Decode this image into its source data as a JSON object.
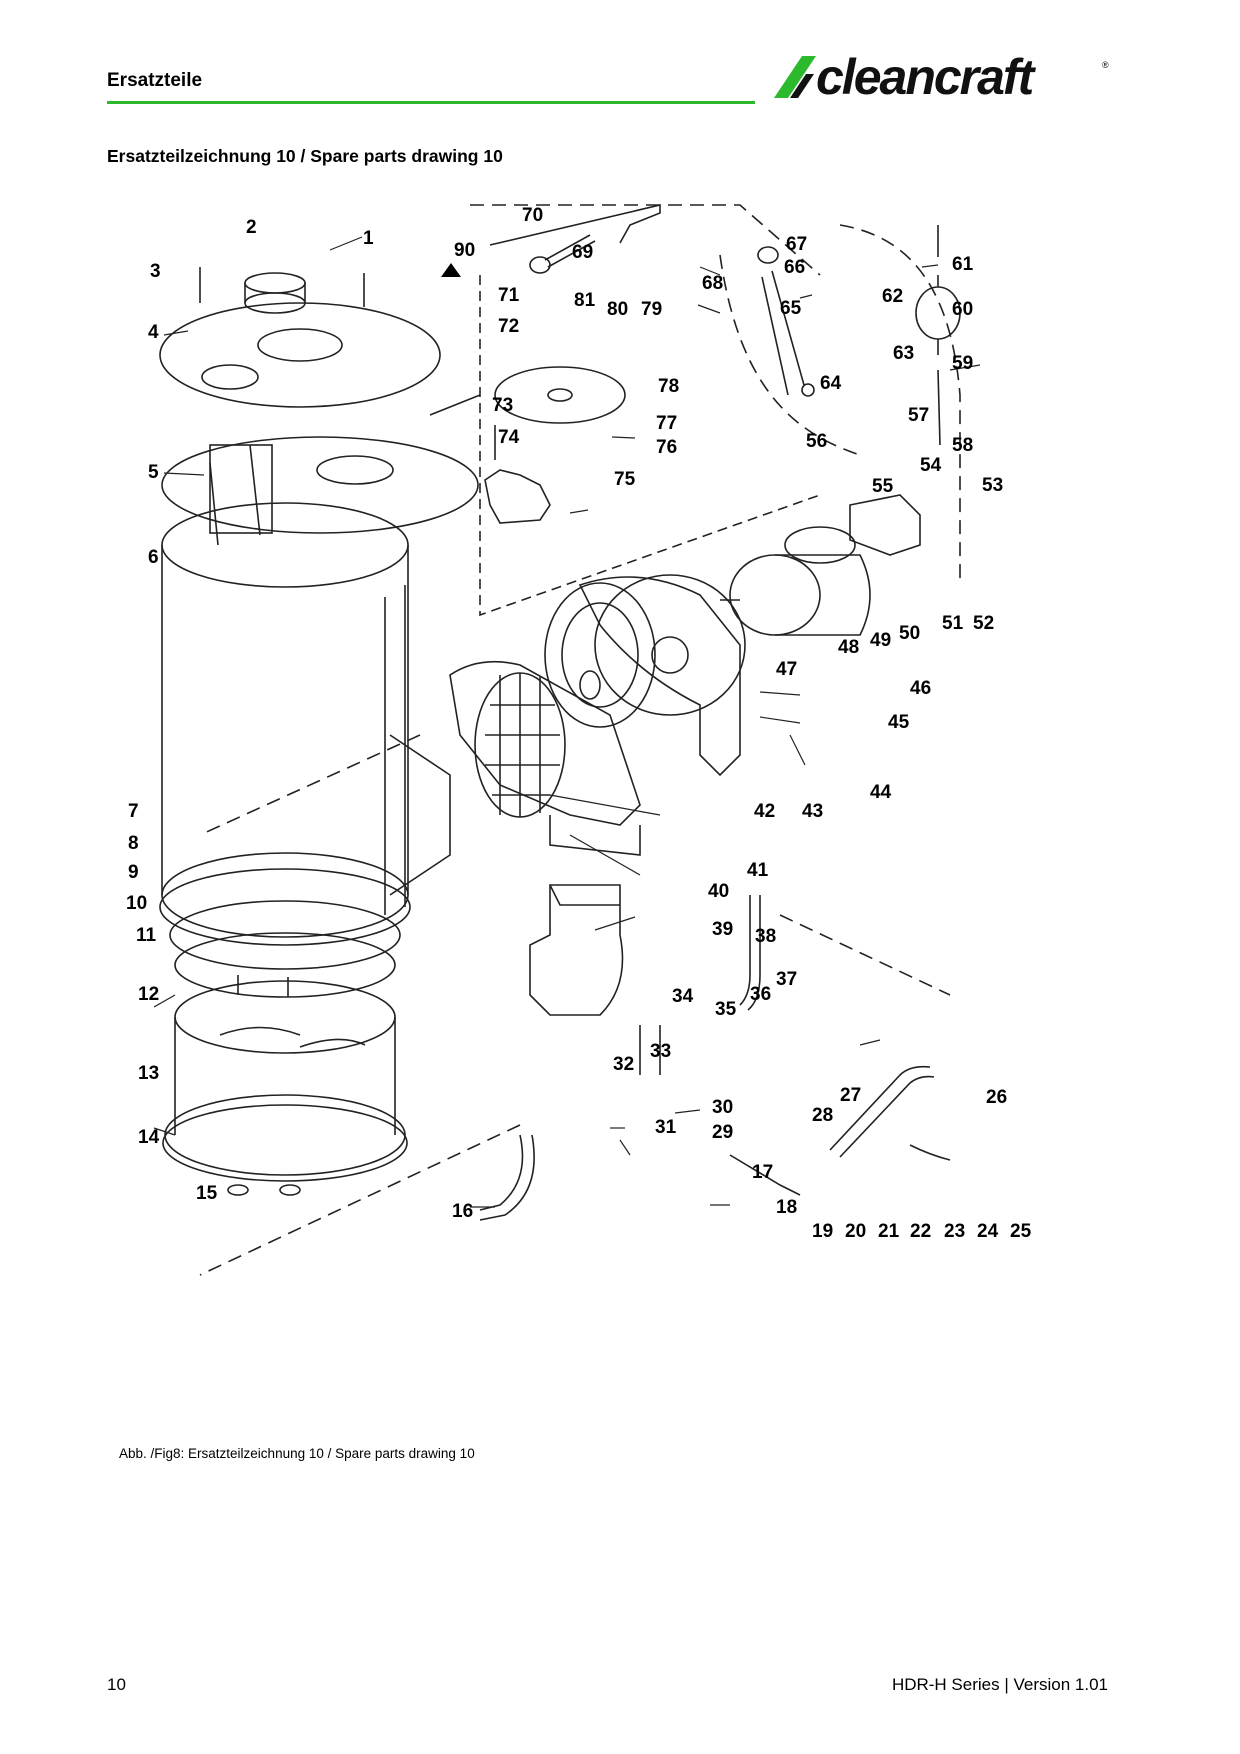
{
  "header": {
    "title": "Ersatzteile",
    "logo_text": "cleancraft",
    "logo_mark": "®",
    "accent_color": "#2db92d"
  },
  "section_title": "Ersatzteilzeichnung 10 / Spare parts drawing 10",
  "drawing": {
    "part_numbers": [
      "1",
      "2",
      "3",
      "4",
      "5",
      "6",
      "7",
      "8",
      "9",
      "10",
      "11",
      "12",
      "13",
      "14",
      "15",
      "16",
      "17",
      "18",
      "19",
      "20",
      "21",
      "22",
      "23",
      "24",
      "25",
      "26",
      "27",
      "28",
      "29",
      "30",
      "31",
      "32",
      "33",
      "34",
      "35",
      "36",
      "37",
      "38",
      "39",
      "40",
      "41",
      "42",
      "43",
      "44",
      "45",
      "46",
      "47",
      "48",
      "49",
      "50",
      "51",
      "52",
      "53",
      "54",
      "55",
      "56",
      "57",
      "58",
      "59",
      "60",
      "61",
      "62",
      "63",
      "64",
      "65",
      "66",
      "67",
      "68",
      "69",
      "70",
      "71",
      "72",
      "73",
      "74",
      "75",
      "76",
      "77",
      "78",
      "79",
      "80",
      "81",
      "90"
    ]
  },
  "caption": "Abb. /Fig8: Ersatzteilzeichnung 10 / Spare parts drawing 10",
  "footer": {
    "page_number": "10",
    "series": "HDR-H Series | Version 1.01"
  }
}
